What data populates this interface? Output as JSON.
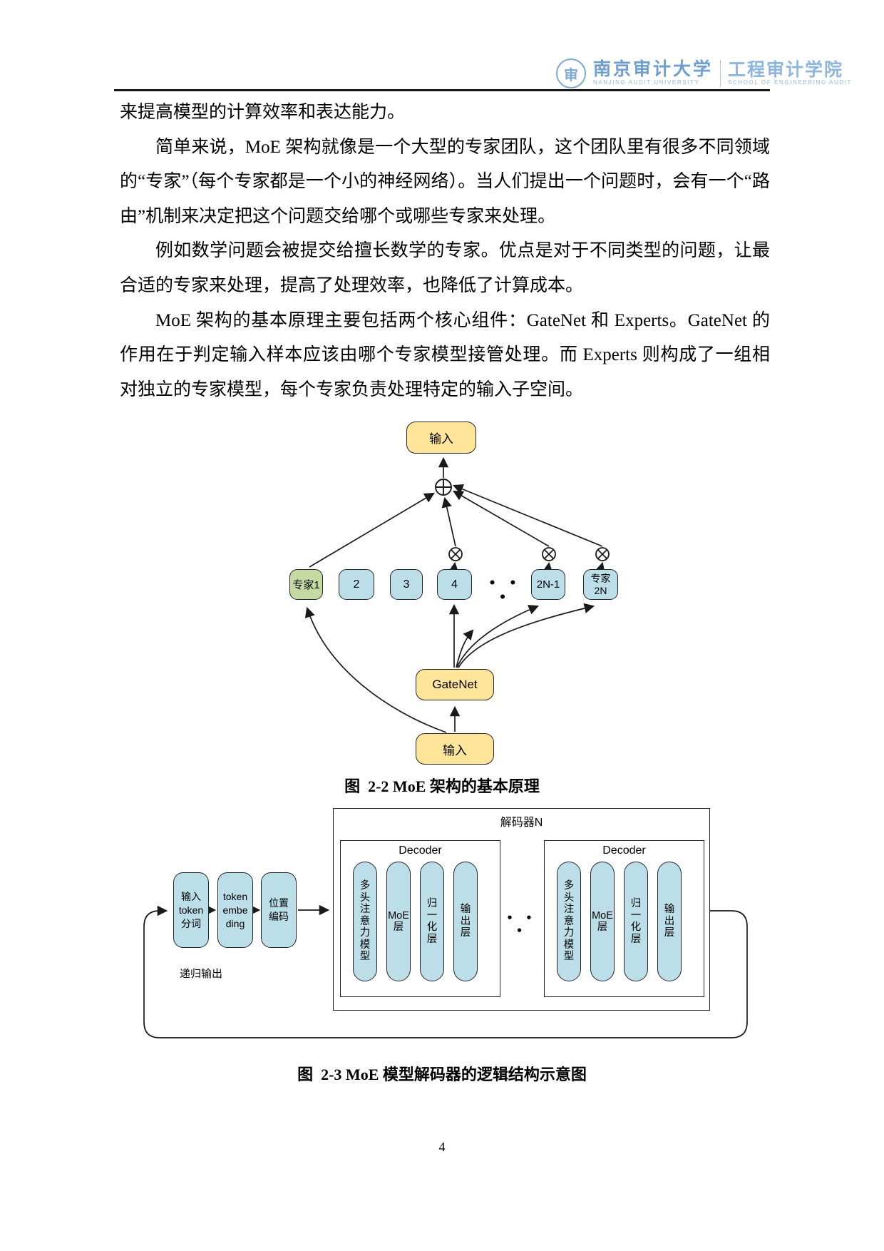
{
  "colors": {
    "brand": "#7FA8D4",
    "yellow": "#FFE599",
    "blue": "#BCDEE9",
    "green": "#C5D9A2",
    "line": "#1a1a1a"
  },
  "header": {
    "seal_glyph": "审",
    "university_cn": "南京审计大学",
    "university_en": "NANJING AUDIT UNIVERSITY",
    "school_cn": "工程审计学院",
    "school_en": "SCHOOL OF ENGINEERING AUDIT"
  },
  "paragraphs": [
    "来提高模型的计算效率和表达能力。",
    "简单来说，MoE 架构就像是一个大型的专家团队，这个团队里有很多不同领域的“专家”（每个专家都是一个小的神经网络）。当人们提出一个问题时，会有一个“路由”机制来决定把这个问题交给哪个或哪些专家来处理。",
    "例如数学问题会被提交给擅长数学的专家。优点是对于不同类型的问题，让最合适的专家来处理，提高了处理效率，也降低了计算成本。",
    "MoE 架构的基本原理主要包括两个核心组件：GateNet 和 Experts。GateNet 的作用在于判定输入样本应该由哪个专家模型接管处理。而 Experts 则构成了一组相对独立的专家模型，每个专家负责处理特定的输入子空间。"
  ],
  "fig22": {
    "input_top": "输入",
    "gatenet": "GateNet",
    "input_bottom": "输入",
    "experts": [
      "专家1",
      "2",
      "3",
      "4",
      "2N-1",
      "专家\n2N"
    ],
    "dots": "•  •  •",
    "caption": "图  2-2 MoE 架构的基本原理"
  },
  "fig23": {
    "outer_label": "解码器N",
    "chain": [
      "输入\ntoken\n分词",
      "token\nembe\nding",
      "位置\n编码"
    ],
    "decoders": [
      {
        "label": "Decoder",
        "pills": [
          "多\n头\n注\n意\n力\n模\n型",
          "MoE\n层",
          "归\n一\n化\n层",
          "输\n出\n层"
        ]
      },
      {
        "label": "Decoder",
        "pills": [
          "多\n头\n注\n意\n力\n模\n型",
          "MoE\n层",
          "归\n一\n化\n层",
          "输\n出\n层"
        ]
      }
    ],
    "dots": "•  •  •",
    "recursive_label": "递归输出",
    "caption": "图  2-3 MoE 模型解码器的逻辑结构示意图"
  },
  "page_number": "4"
}
